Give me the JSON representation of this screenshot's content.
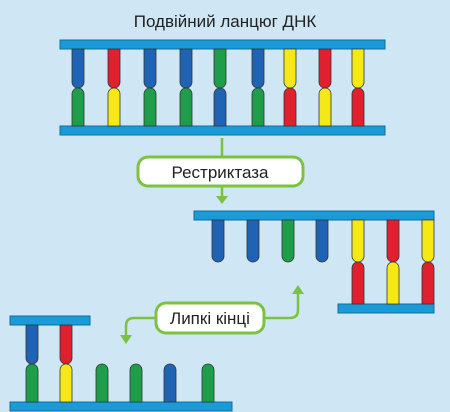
{
  "title": "Подвійний ланцюг ДНК",
  "labels": {
    "enzyme": "Рестриктаза",
    "sticky_ends": "Липкі кінці"
  },
  "colors": {
    "background": "#cfe6f4",
    "backbone": "#1a9ad6",
    "blue": "#1f63b5",
    "green": "#1e9e4a",
    "red": "#e0202f",
    "yellow": "#f6e815",
    "callout_border": "#7cc242"
  },
  "strands": {
    "full_dna": {
      "top": [
        "blue",
        "red",
        "blue",
        "blue",
        "green",
        "blue",
        "yellow",
        "red",
        "yellow"
      ],
      "bottom": [
        "green",
        "yellow",
        "green",
        "green",
        "blue",
        "green",
        "red",
        "yellow",
        "red"
      ]
    },
    "right_fragment": {
      "top": [
        "blue",
        "blue",
        "green",
        "blue",
        "yellow",
        "red",
        "yellow"
      ],
      "bottom": [
        "red",
        "yellow",
        "red"
      ]
    },
    "left_fragment": {
      "top": [
        "blue",
        "red"
      ],
      "bottom": [
        "green",
        "yellow",
        "green",
        "green",
        "blue",
        "green"
      ]
    }
  }
}
